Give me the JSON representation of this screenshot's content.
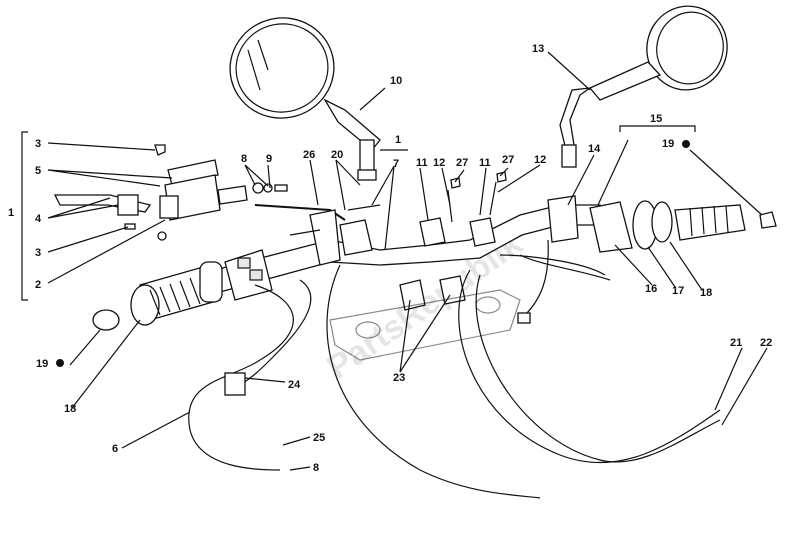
{
  "watermark": "PartsRepublik",
  "callouts": {
    "c1_right": "1",
    "c1_left": "1",
    "c2": "2",
    "c3a": "3",
    "c3b": "3",
    "c4": "4",
    "c5": "5",
    "c6": "6",
    "c7": "7",
    "c8a": "8",
    "c8b": "8",
    "c9": "9",
    "c10": "10",
    "c11a": "11",
    "c11b": "11",
    "c12a": "12",
    "c12b": "12",
    "c13": "13",
    "c14": "14",
    "c15": "15",
    "c16": "16",
    "c17": "17",
    "c18a": "18",
    "c18b": "18",
    "c19a": "19",
    "c19b": "19",
    "c20": "20",
    "c21": "21",
    "c22": "22",
    "c23": "23",
    "c24": "24",
    "c25": "25",
    "c26": "26",
    "c27a": "27",
    "c27b": "27"
  }
}
